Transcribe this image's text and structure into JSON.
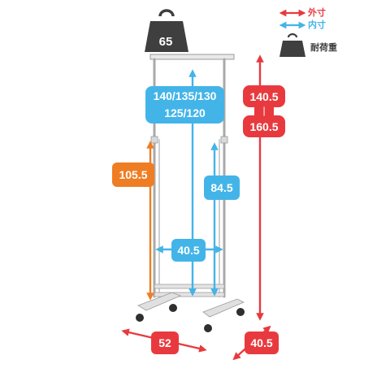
{
  "legend": {
    "outer_label": "外寸",
    "inner_label": "内寸",
    "load_label": "耐荷重",
    "outer_color": "#e83a3e",
    "inner_color": "#43b4e8",
    "weight_color": "#3f3f3f"
  },
  "weight_badge": {
    "value": "65"
  },
  "dimensions": {
    "inner_height_line1": "140/135/130",
    "inner_height_line2": "125/120",
    "inner_rail_height": "84.5",
    "inner_width": "40.5",
    "outer_height_line1": "140.5",
    "outer_height_separator": "|",
    "outer_height_line2": "160.5",
    "outer_width": "52",
    "outer_depth": "40.5",
    "bottom_bar_height": "105.5",
    "orange_color": "#ef7d24"
  }
}
